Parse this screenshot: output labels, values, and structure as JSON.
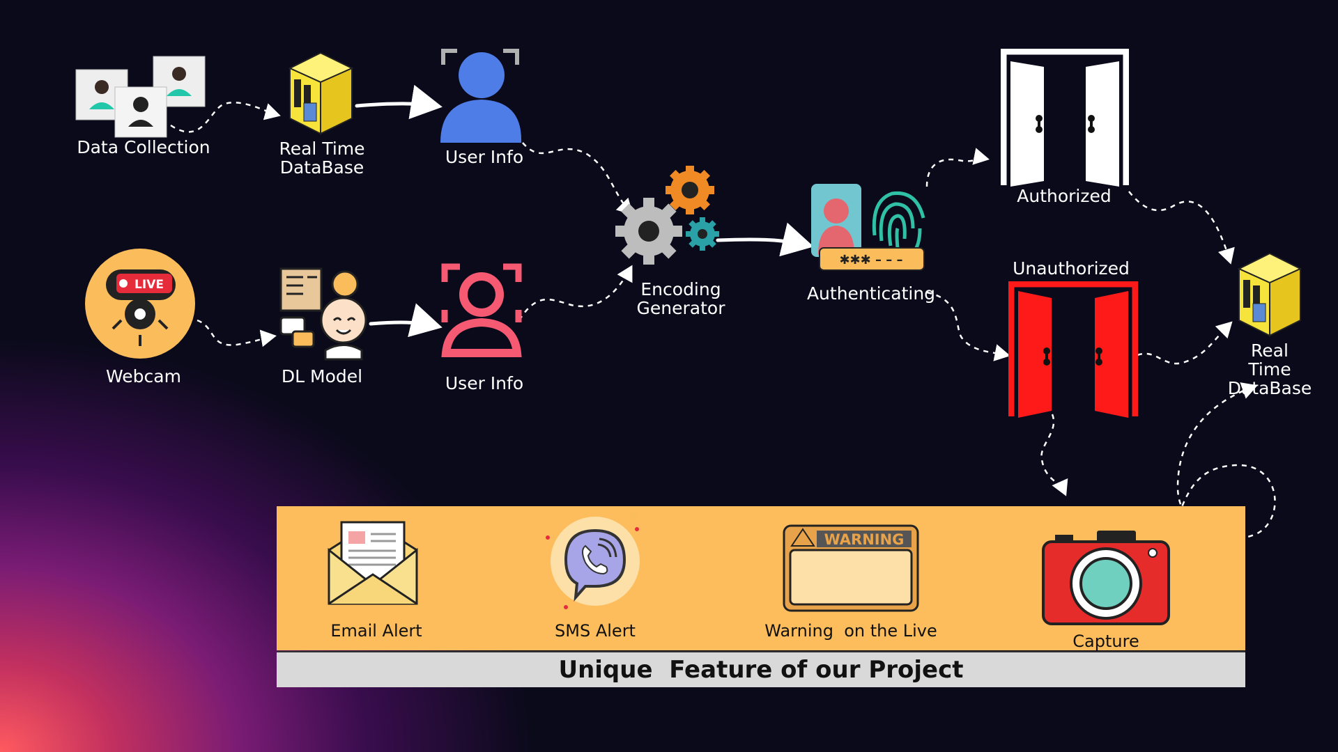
{
  "nodes": {
    "data_collection": "Data Collection",
    "realtime_db_top": "Real Time\nDataBase",
    "user_info_top": "User Info",
    "webcam": "Webcam",
    "dl_model": "DL Model",
    "user_info_bottom": "User Info",
    "encoding_generator": "Encoding\nGenerator",
    "authenticating": "Authenticating",
    "authorized": "Authorized",
    "unauthorized": "Unauthorized",
    "realtime_db_right": "Real Time\nDataBase"
  },
  "badges": {
    "live": "LIVE",
    "password_mask": "✱✱✱ – – –",
    "warning": "WARNING"
  },
  "features": {
    "title": "Unique  Feature of our Project",
    "items": [
      "Email Alert",
      "SMS Alert",
      "Warning  on the Live",
      "Capture"
    ]
  },
  "colors": {
    "background": "#0a0a1a",
    "banner": "#fdbd5c",
    "banner_title_bg": "#d9d9d9",
    "user_top": "#4e7de8",
    "user_bottom": "#f55a72",
    "door_authorized": "#ffffff",
    "door_unauthorized": "#ff1a1a",
    "database": "#f6e33c"
  }
}
